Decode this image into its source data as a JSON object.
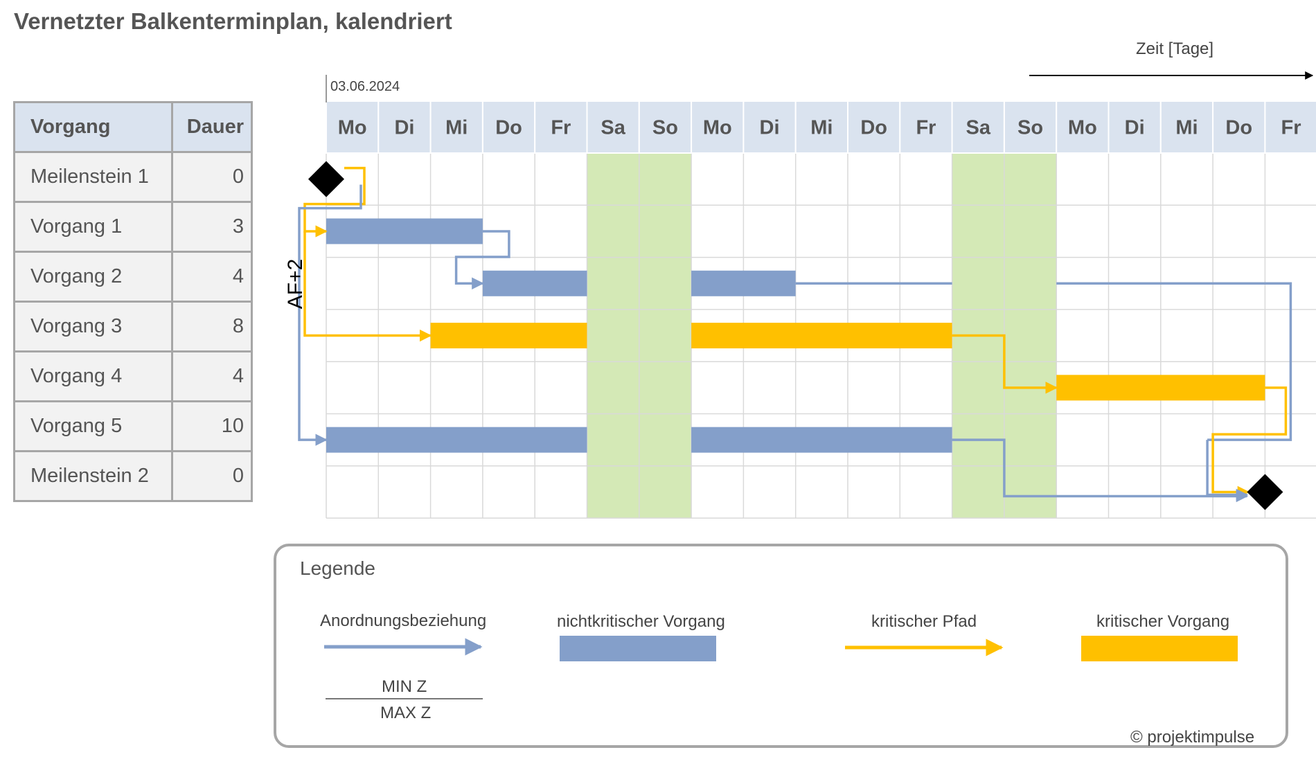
{
  "title": "Vernetzter Balkenterminplan, kalendriert",
  "axis_label": "Zeit [Tage]",
  "start_date": "03.06.2024",
  "table": {
    "header": {
      "task": "Vorgang",
      "duration": "Dauer"
    },
    "rows": [
      {
        "name": "Meilenstein 1",
        "duration": "0"
      },
      {
        "name": "Vorgang 1",
        "duration": "3"
      },
      {
        "name": "Vorgang 2",
        "duration": "4"
      },
      {
        "name": "Vorgang 3",
        "duration": "8"
      },
      {
        "name": "Vorgang 4",
        "duration": "4"
      },
      {
        "name": "Vorgang 5",
        "duration": "10"
      },
      {
        "name": "Meilenstein 2",
        "duration": "0"
      }
    ]
  },
  "days": [
    "Mo",
    "Di",
    "Mi",
    "Do",
    "Fr",
    "Sa",
    "So",
    "Mo",
    "Di",
    "Mi",
    "Do",
    "Fr",
    "Sa",
    "So",
    "Mo",
    "Di",
    "Mi",
    "Do",
    "Fr"
  ],
  "weekend_day_indexes": [
    5,
    6,
    12,
    13
  ],
  "lag_label": "AF+2",
  "colors": {
    "noncritical": "#849fca",
    "critical": "#ffc000",
    "weekend": "#d4e9b6",
    "header": "#dae3ef",
    "milestone": "#000000"
  },
  "chart_data": {
    "type": "gantt",
    "tasks": [
      {
        "name": "Meilenstein 1",
        "kind": "milestone",
        "day": 0,
        "critical": true
      },
      {
        "name": "Vorgang 1",
        "kind": "task",
        "segments": [
          [
            0,
            3
          ]
        ],
        "critical": false
      },
      {
        "name": "Vorgang 2",
        "kind": "task",
        "segments": [
          [
            3,
            5
          ],
          [
            7,
            9
          ]
        ],
        "critical": false
      },
      {
        "name": "Vorgang 3",
        "kind": "task",
        "segments": [
          [
            2,
            5
          ],
          [
            7,
            12
          ]
        ],
        "critical": true
      },
      {
        "name": "Vorgang 4",
        "kind": "task",
        "segments": [
          [
            14,
            18
          ]
        ],
        "critical": true
      },
      {
        "name": "Vorgang 5",
        "kind": "task",
        "segments": [
          [
            0,
            5
          ],
          [
            7,
            12
          ]
        ],
        "critical": false
      },
      {
        "name": "Meilenstein 2",
        "kind": "milestone",
        "day": 18,
        "critical": true
      }
    ],
    "links": [
      {
        "from": "Meilenstein 1",
        "to": "Vorgang 1",
        "critical": true
      },
      {
        "from": "Meilenstein 1",
        "to": "Vorgang 3",
        "critical": true,
        "label": "AF+2"
      },
      {
        "from": "Meilenstein 1",
        "to": "Vorgang 5",
        "critical": false
      },
      {
        "from": "Vorgang 1",
        "to": "Vorgang 2",
        "critical": false
      },
      {
        "from": "Vorgang 2",
        "to": "Meilenstein 2",
        "critical": false
      },
      {
        "from": "Vorgang 3",
        "to": "Vorgang 4",
        "critical": true
      },
      {
        "from": "Vorgang 4",
        "to": "Meilenstein 2",
        "critical": true
      },
      {
        "from": "Vorgang 5",
        "to": "Meilenstein 2",
        "critical": false
      }
    ]
  },
  "legend": {
    "title": "Legende",
    "items": [
      {
        "label": "Anordnungsbeziehung"
      },
      {
        "label": "nichtkritischer Vorgang"
      },
      {
        "label": "kritischer Pfad"
      },
      {
        "label": "kritischer Vorgang"
      }
    ],
    "min_label": "MIN Z",
    "max_label": "MAX Z"
  },
  "copyright": "© projektimpulse"
}
